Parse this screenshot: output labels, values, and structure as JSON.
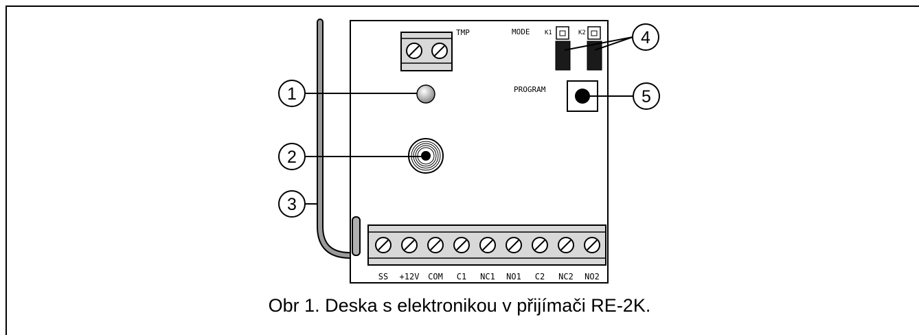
{
  "labels": {
    "tmp": "TMP",
    "mode": "MODE",
    "k1": "K1",
    "k2": "K2",
    "program": "PROGRAM"
  },
  "callouts": [
    "1",
    "2",
    "3",
    "4",
    "5"
  ],
  "terminals": [
    "SS",
    "+12V",
    "COM",
    "C1",
    "NC1",
    "NO1",
    "C2",
    "NC2",
    "NO2"
  ],
  "caption": "Obr 1. Deska s elektronikou v přijímači RE-2K."
}
